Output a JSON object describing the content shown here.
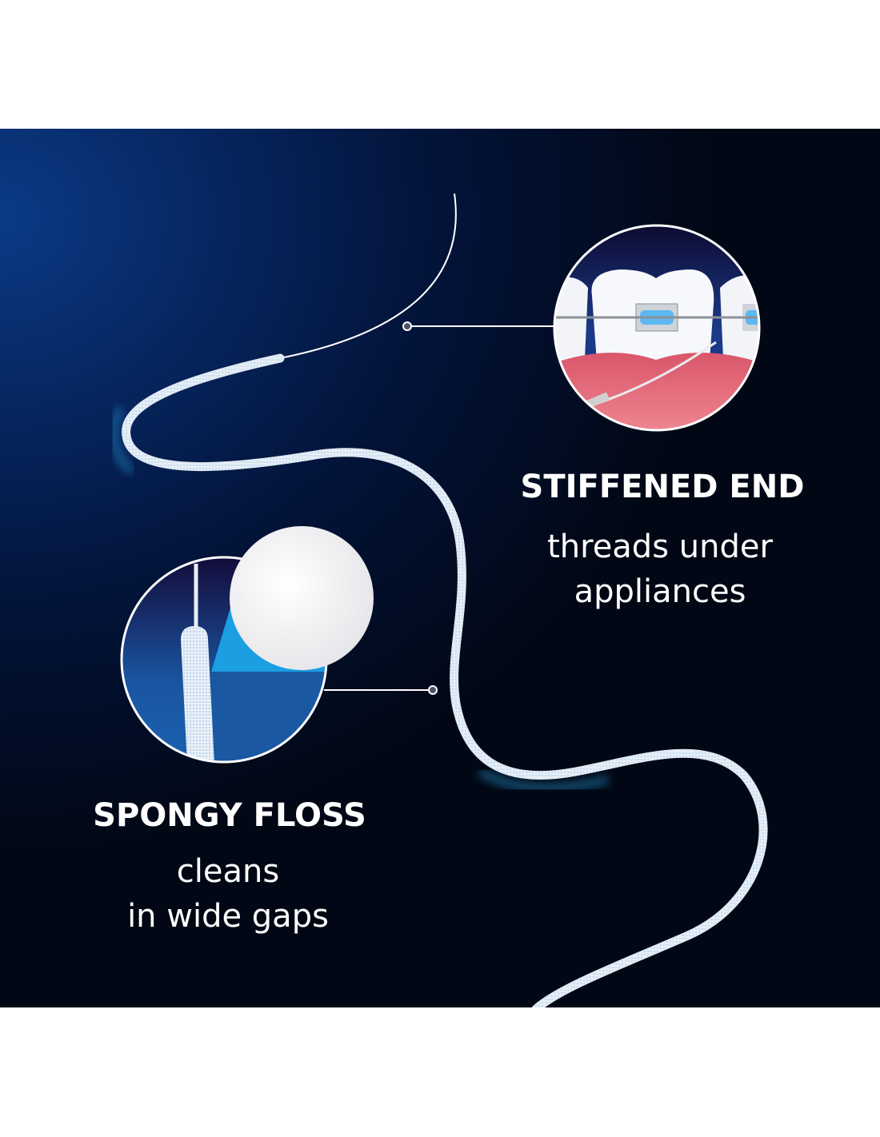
{
  "features": [
    {
      "title": "STIFFENED END",
      "lines": [
        "threads under",
        "appliances"
      ],
      "illustration": "braces-teeth-closeup"
    },
    {
      "title": "SPONGY FLOSS",
      "lines": [
        "cleans",
        "in wide gaps"
      ],
      "illustration": "spongy-floss-texture-closeup"
    }
  ],
  "colors": {
    "background_dark": "#010714",
    "background_blue": "#0b3a86",
    "gum": "#e6707f",
    "accent_blue": "#1da0e0"
  }
}
